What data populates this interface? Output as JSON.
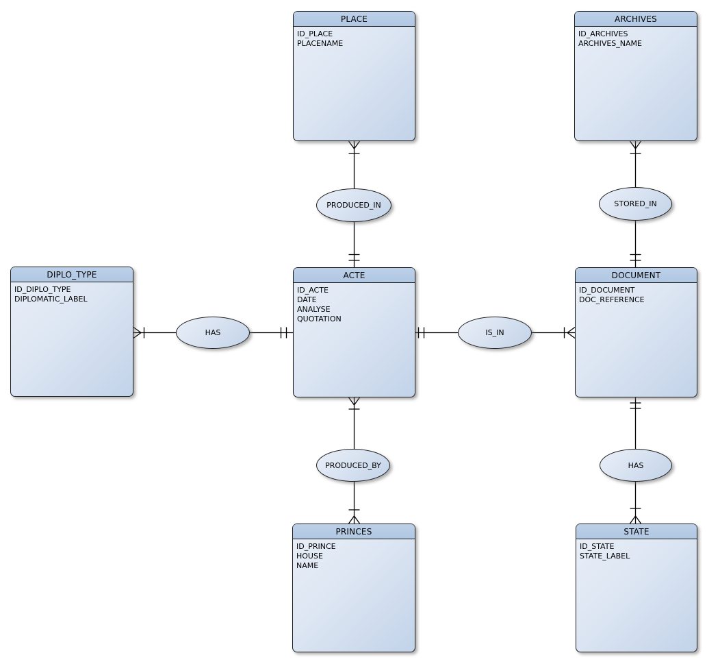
{
  "diagram": {
    "type": "entity-relationship-diagram",
    "background": "#ffffff"
  },
  "colors": {
    "canvas_bg": "#ffffff",
    "entity_header_fill": "#bdd0e9",
    "body_light": "#e9eff8",
    "body_dark": "#c2d3e9",
    "border": "#1a1a1a",
    "connector": "#000000",
    "text": "#000000"
  },
  "entities": {
    "place": {
      "title": "PLACE",
      "attributes": [
        "ID_PLACE",
        "PLACENAME"
      ]
    },
    "archives": {
      "title": "ARCHIVES",
      "attributes": [
        "ID_ARCHIVES",
        "ARCHIVES_NAME"
      ]
    },
    "diplo_type": {
      "title": "DIPLO_TYPE",
      "attributes": [
        "ID_DIPLO_TYPE",
        "DIPLOMATIC_LABEL"
      ]
    },
    "acte": {
      "title": "ACTE",
      "attributes": [
        "ID_ACTE",
        "DATE",
        "ANALYSE",
        "QUOTATION"
      ]
    },
    "document": {
      "title": "DOCUMENT",
      "attributes": [
        "ID_DOCUMENT",
        "DOC_REFERENCE"
      ]
    },
    "princes": {
      "title": "PRINCES",
      "attributes": [
        "ID_PRINCE",
        "HOUSE",
        "NAME"
      ]
    },
    "state": {
      "title": "STATE",
      "attributes": [
        "ID_STATE",
        "STATE_LABEL"
      ]
    }
  },
  "relationships": {
    "produced_in": {
      "label": "PRODUCED_IN",
      "between": [
        "PLACE",
        "ACTE"
      ],
      "ends": {
        "PLACE": "crow-foot-with-tick",
        "ACTE": "double-tick"
      }
    },
    "stored_in": {
      "label": "STORED_IN",
      "between": [
        "ARCHIVES",
        "DOCUMENT"
      ],
      "ends": {
        "ARCHIVES": "crow-foot-with-tick",
        "DOCUMENT": "double-tick"
      }
    },
    "has_diplo": {
      "label": "HAS",
      "between": [
        "DIPLO_TYPE",
        "ACTE"
      ],
      "ends": {
        "DIPLO_TYPE": "crow-foot-with-tick",
        "ACTE": "double-tick"
      }
    },
    "is_in": {
      "label": "IS_IN",
      "between": [
        "ACTE",
        "DOCUMENT"
      ],
      "ends": {
        "ACTE": "double-tick",
        "DOCUMENT": "crow-foot-with-tick"
      }
    },
    "produced_by": {
      "label": "PRODUCED_BY",
      "between": [
        "ACTE",
        "PRINCES"
      ],
      "ends": {
        "ACTE": "crow-foot-with-tick",
        "PRINCES": "crow-foot-with-tick"
      }
    },
    "has_state": {
      "label": "HAS",
      "between": [
        "DOCUMENT",
        "STATE"
      ],
      "ends": {
        "DOCUMENT": "double-tick",
        "STATE": "crow-foot-with-tick"
      }
    }
  }
}
